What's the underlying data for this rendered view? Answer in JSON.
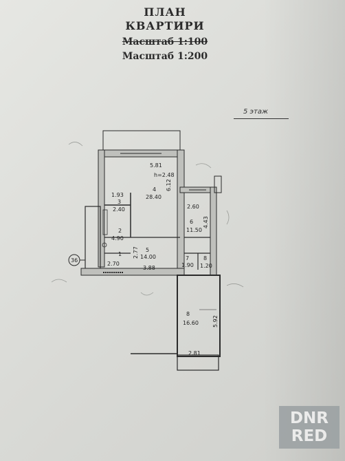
{
  "header": {
    "title_line1": "ПЛАН",
    "title_line2": "КВАРТИРИ",
    "scale_old": "Масштаб 1:100",
    "scale_new": "Масштаб 1:200",
    "floor": "5 этаж"
  },
  "plan": {
    "ceiling_height": "h=2.48",
    "axis_label": "36",
    "rooms": [
      {
        "id": "4",
        "area": "28.40"
      },
      {
        "id": "3",
        "area": "2.40"
      },
      {
        "id": "2",
        "area": "4.90"
      },
      {
        "id": "1",
        "area": "2.70"
      },
      {
        "id": "5",
        "area": "14.00"
      },
      {
        "id": "6",
        "area": "11.50"
      },
      {
        "id": "7",
        "area": "1.90"
      },
      {
        "id": "8",
        "area": "1.20"
      },
      {
        "id": "8",
        "area": "16.60"
      }
    ],
    "dimensions": [
      "5.81",
      "6.12",
      "1.93",
      "2.60",
      "4.43",
      "2.77",
      "3.88",
      "5.92",
      "2.81"
    ]
  },
  "watermark": {
    "line1": "DNR",
    "line2": "RED"
  },
  "colors": {
    "ink": "#222222",
    "paper": "#e2e3df",
    "watermark": "#9aa0a2"
  }
}
